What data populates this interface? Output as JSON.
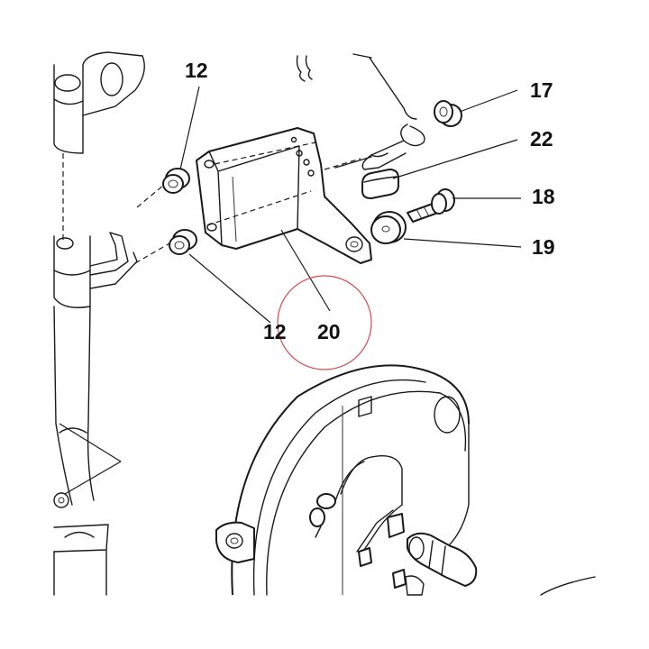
{
  "labels": {
    "p12_top": "12",
    "p12_bottom": "12",
    "p17": "17",
    "p22": "22",
    "p18": "18",
    "p19": "19",
    "p20": "20"
  },
  "highlight": {
    "part": "20",
    "color": "#d44a52"
  }
}
